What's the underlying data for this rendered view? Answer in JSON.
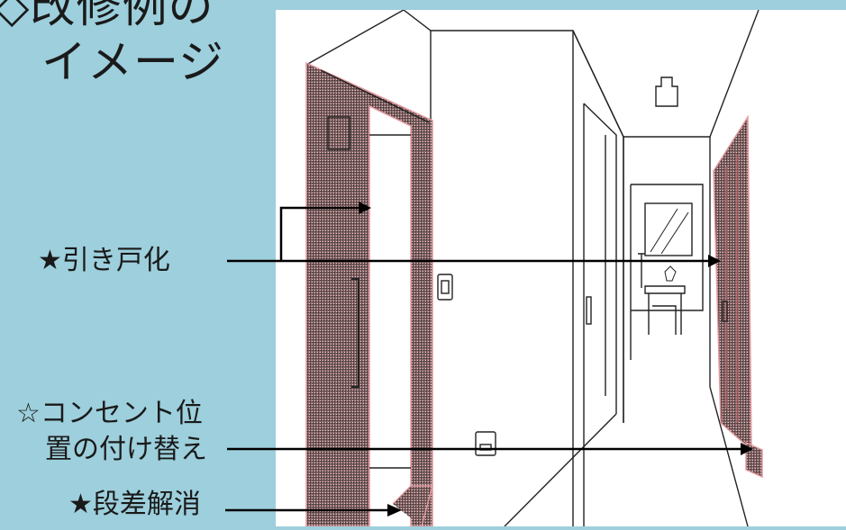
{
  "title": {
    "line1": "◇改修例の",
    "line2": "イメージ"
  },
  "annotations": [
    {
      "id": "door",
      "text": "★引き戸化"
    },
    {
      "id": "outlet_line1",
      "text": "☆コンセント位"
    },
    {
      "id": "outlet_line2",
      "text": "置の付け替え"
    },
    {
      "id": "step",
      "text": "★段差解消"
    }
  ],
  "colors": {
    "background": "#9dcfdc",
    "highlight": "#f4b6b8",
    "line": "#000000",
    "illustration_bg": "#ffffff"
  }
}
